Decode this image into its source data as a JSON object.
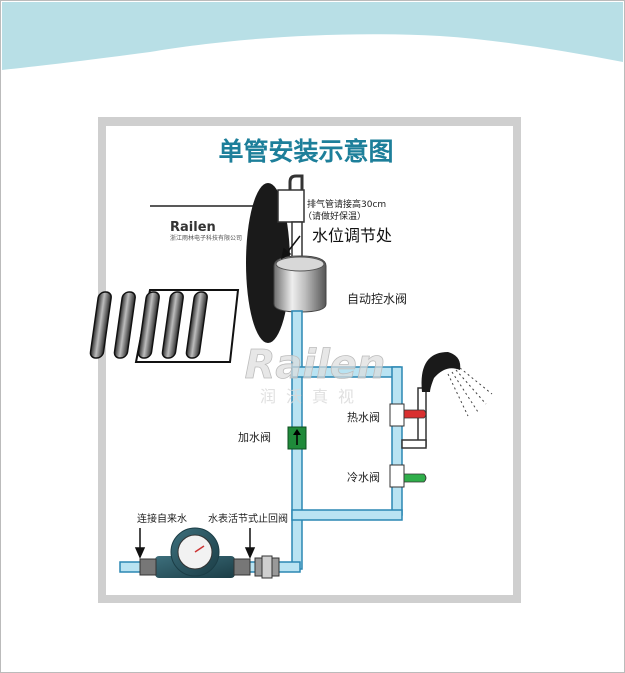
{
  "diagram": {
    "title": "单管安装示意图",
    "brand": {
      "logo": "Railen",
      "company": "浙江雨林电子科技有限公司",
      "watermark_logo": "Railen",
      "watermark_text": "润沃真视"
    },
    "labels": {
      "vent_pipe": "排气管请接高30cm",
      "vent_pipe_note": "（请做好保温）",
      "water_level": "水位调节处",
      "auto_valve": "自动控水阀",
      "hot_valve": "热水阀",
      "add_valve": "加水阀",
      "cold_valve": "冷水阀",
      "tap_water": "连接自来水",
      "check_valve": "水表活节式止回阀"
    },
    "colors": {
      "banner": "#b8dfe6",
      "frame": "#c8c8c8",
      "panel": "#ffffff",
      "pipe_fill": "#b9e3f2",
      "pipe_stroke": "#2b87b3",
      "title": "#1d7f9a",
      "hot_handle": "#d93030",
      "cold_handle": "#2fae4a",
      "add_valve": "#1f8a3a"
    }
  }
}
